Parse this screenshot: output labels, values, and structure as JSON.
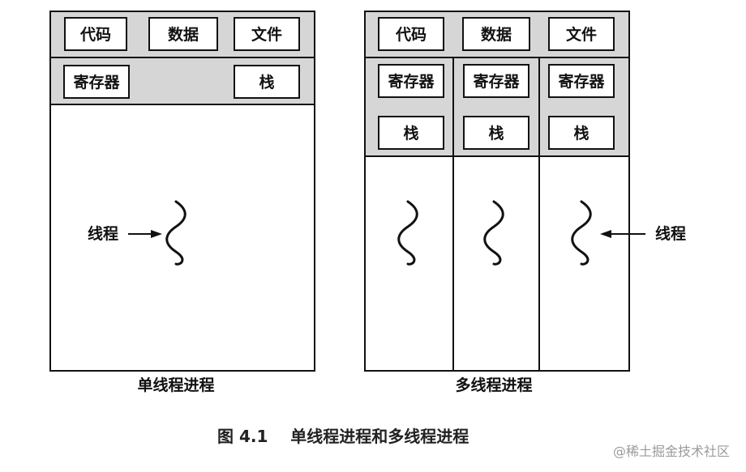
{
  "single_process": {
    "code_label": "代码",
    "data_label": "数据",
    "file_label": "文件",
    "register_label": "寄存器",
    "stack_label": "栈",
    "thread_label": "线程",
    "title": "单线程进程"
  },
  "multi_process": {
    "code_label": "代码",
    "data_label": "数据",
    "file_label": "文件",
    "thread_columns": [
      {
        "register_label": "寄存器",
        "stack_label": "栈"
      },
      {
        "register_label": "寄存器",
        "stack_label": "栈"
      },
      {
        "register_label": "寄存器",
        "stack_label": "栈"
      }
    ],
    "thread_label": "线程",
    "title": "多线程进程"
  },
  "figure_caption": "图 4.1    单线程进程和多线程进程",
  "watermark": "@稀土掘金技术社区",
  "colors": {
    "shaded_area": "#d6d6d6",
    "line": "#111111",
    "box_fill": "#ffffff"
  }
}
